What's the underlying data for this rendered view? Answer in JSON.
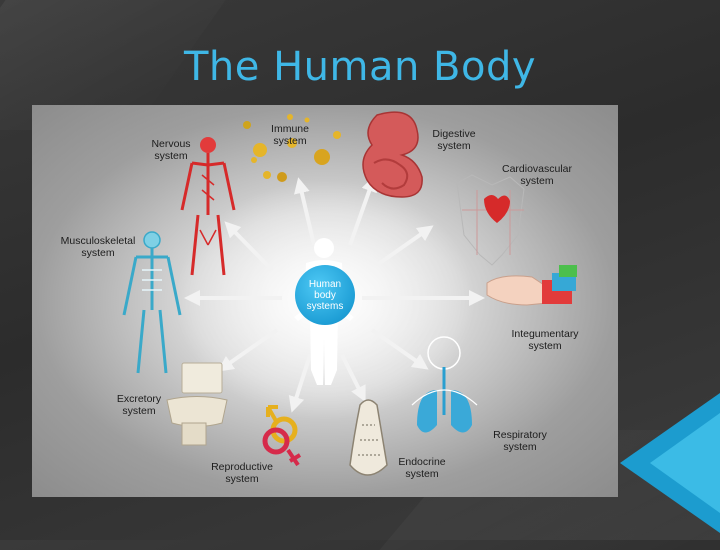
{
  "slide": {
    "title": "The Human Body"
  },
  "diagram": {
    "center_label": "Human\nbody\nsystems",
    "systems": [
      {
        "id": "nervous",
        "label": "Nervous\nsystem"
      },
      {
        "id": "immune",
        "label": "Immune\nsystem"
      },
      {
        "id": "digestive",
        "label": "Digestive\nsystem"
      },
      {
        "id": "cardiovascular",
        "label": "Cardiovascular\nsystem"
      },
      {
        "id": "musculoskeletal",
        "label": "Musculoskeletal\nsystem"
      },
      {
        "id": "integumentary",
        "label": "Integumentary\nsystem"
      },
      {
        "id": "excretory",
        "label": "Excretory\nsystem"
      },
      {
        "id": "respiratory",
        "label": "Respiratory\nsystem"
      },
      {
        "id": "reproductive",
        "label": "Reproductive\nsystem"
      },
      {
        "id": "endocrine",
        "label": "Endocrine\nsystem"
      }
    ],
    "colors": {
      "title": "#3fb7e6",
      "hub": "#1f9fd6",
      "arrow": "#f2f2f2",
      "nervous": "#d62a2a",
      "musculoskeletal": "#3aa9c9"
    }
  }
}
